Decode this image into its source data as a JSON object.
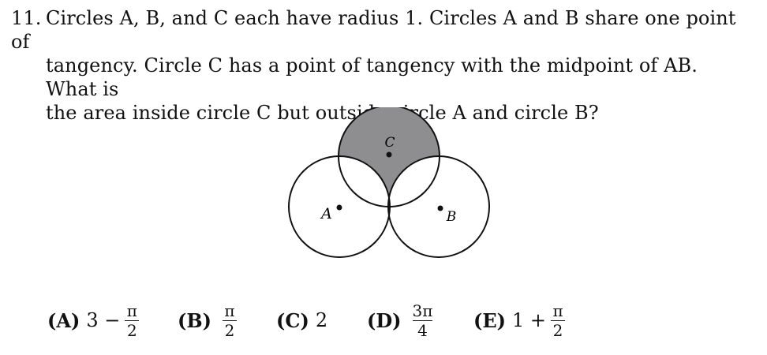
{
  "problem": {
    "number": "11.",
    "line1": "Circles A, B, and C each have radius 1. Circles A and B share one point of",
    "line2": "tangency. Circle C has a point of tangency with the midpoint of AB. What is",
    "line3": "the area inside circle C but outside circle A and circle B?"
  },
  "figure": {
    "label_a": "A",
    "label_b": "B",
    "label_c": "C",
    "shade_color": "#8e8e91",
    "stroke_color": "#111111"
  },
  "choices": [
    {
      "letter": "(A)",
      "prefix": "3 −",
      "numerator": "π",
      "denominator": "2"
    },
    {
      "letter": "(B)",
      "prefix": "",
      "numerator": "π",
      "denominator": "2"
    },
    {
      "letter": "(C)",
      "prefix": "2",
      "numerator": "",
      "denominator": ""
    },
    {
      "letter": "(D)",
      "prefix": "",
      "numerator": "3π",
      "denominator": "4"
    },
    {
      "letter": "(E)",
      "prefix": "1 +",
      "numerator": "π",
      "denominator": "2"
    }
  ]
}
